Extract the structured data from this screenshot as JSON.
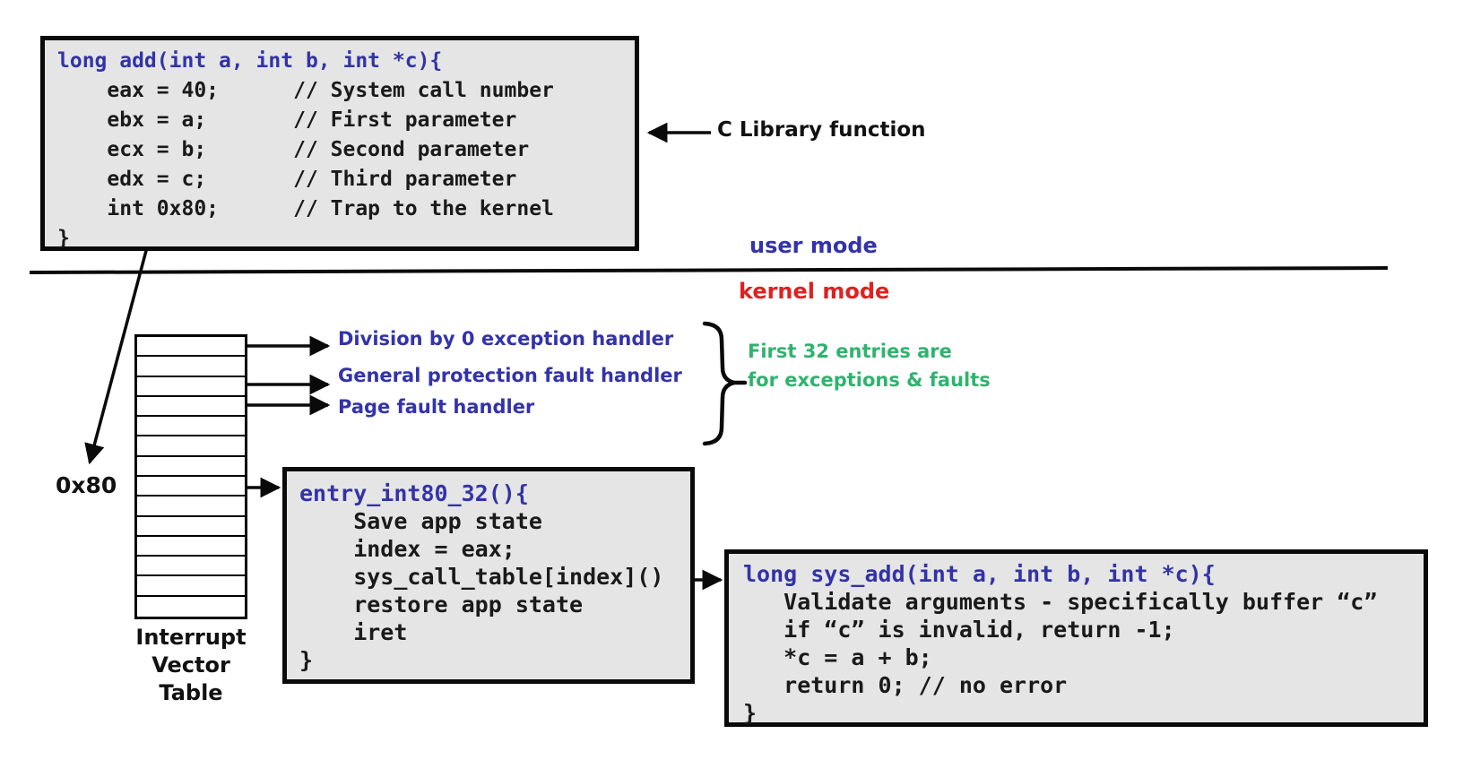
{
  "colors": {
    "code-blue": "#3333A6",
    "label-blue": "#3333AA",
    "mode-red": "#DD2222",
    "note-green": "#2FB36E",
    "box-bg": "#E5E5E5"
  },
  "labels": {
    "c_library": "C Library function",
    "user_mode": "user mode",
    "kernel_mode": "kernel mode",
    "first32_line1": "First 32 entries are",
    "first32_line2": "for exceptions & faults",
    "vector_0x80": "0x80",
    "ivt_line1": "Interrupt",
    "ivt_line2": "Vector",
    "ivt_line3": "Table"
  },
  "handlers": [
    "Division by 0 exception handler",
    "General protection fault handler",
    "Page fault handler"
  ],
  "ivt": {
    "cells": 14
  },
  "code_add": {
    "header": "long add(int a, int b, int *c){",
    "lines": [
      "    eax = 40;      // System call number",
      "    ebx = a;       // First parameter",
      "    ecx = b;       // Second parameter",
      "    edx = c;       // Third parameter",
      "    int 0x80;      // Trap to the kernel"
    ],
    "footer": "}"
  },
  "code_entry": {
    "header": "entry_int80_32(){",
    "lines": [
      "    Save app state",
      "    index = eax;",
      "    sys_call_table[index]()",
      "    restore app state",
      "    iret"
    ],
    "footer": "}"
  },
  "code_sysadd": {
    "header": "long sys_add(int a, int b, int *c){",
    "lines": [
      "   Validate arguments - specifically buffer “c”",
      "   if “c” is invalid, return -1;",
      "   *c = a + b;",
      "   return 0; // no error"
    ],
    "footer": "}"
  }
}
